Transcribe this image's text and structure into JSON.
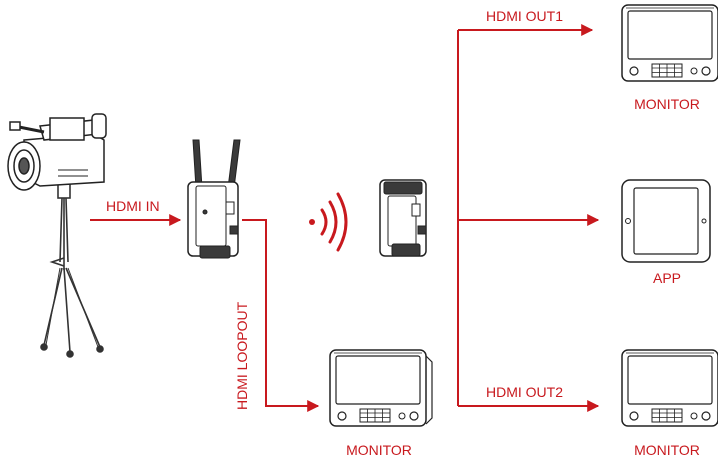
{
  "labels": {
    "hdmi_in": "HDMI IN",
    "hdmi_out1": "HDMI OUT1",
    "hdmi_out2": "HDMI OUT2",
    "hdmi_loopout": "HDMI LOOPOUT",
    "monitor_top": "MONITOR",
    "app": "APP",
    "monitor_bottom_right": "MONITOR",
    "monitor_loop": "MONITOR"
  },
  "colors": {
    "accent": "#c8191e",
    "line": "#222222",
    "device": "#3a3a3a"
  },
  "icons": [
    "camcorder-icon",
    "tripod-icon",
    "transmitter-icon",
    "wireless-signal-icon",
    "receiver-icon",
    "monitor-icon",
    "tablet-icon"
  ]
}
